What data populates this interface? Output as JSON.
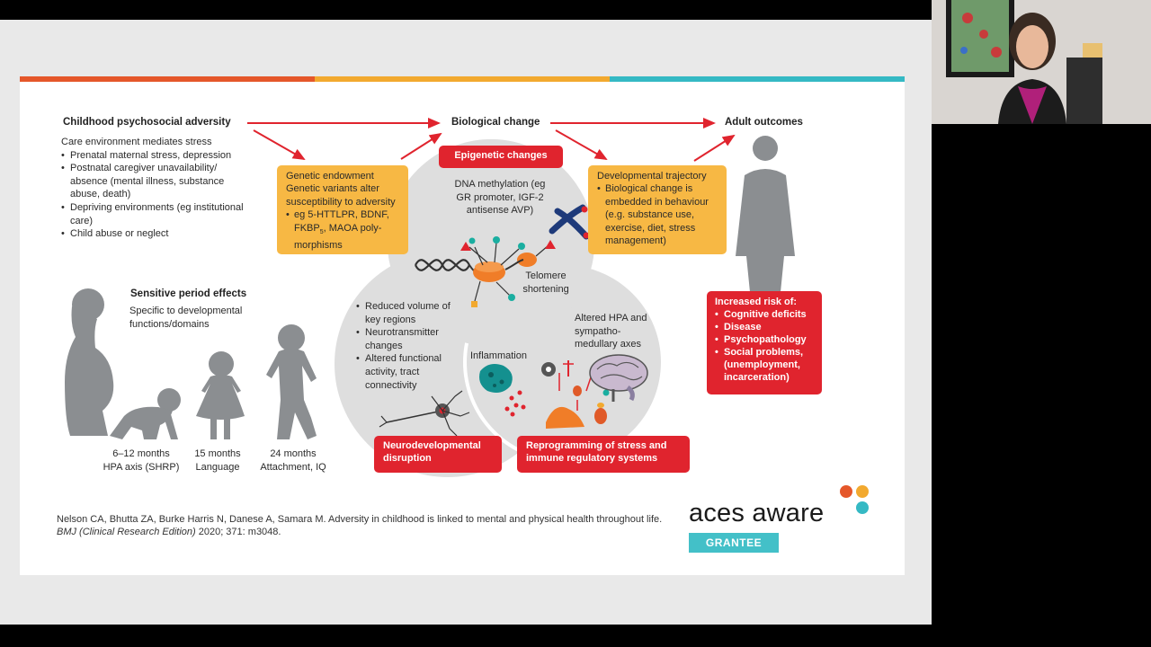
{
  "header": {
    "adversity": "Childhood psychosocial adversity",
    "biological": "Biological change",
    "adult": "Adult outcomes"
  },
  "adversity": {
    "subtitle": "Care environment mediates stress",
    "items": [
      "Prenatal maternal stress, depression",
      "Postnatal caregiver unavailability/ absence (mental illness, substance abuse, death)",
      "Depriving environments (eg institutional care)",
      "Child abuse or neglect"
    ]
  },
  "genetic": {
    "line1": "Genetic endowment",
    "line2": "Genetic variants alter susceptibility to adversity",
    "item": "eg 5-HTTLPR, BDNF, FKBP",
    "item_sub": "5",
    "item_end": ", MAOA poly-morphisms"
  },
  "epigenetic": {
    "label": "Epigenetic changes",
    "dna": "DNA methylation (eg GR promoter, IGF-2 antisense AVP)",
    "telomere": "Telomere shortening"
  },
  "developmental": {
    "title": "Developmental trajectory",
    "item": "Biological change is embedded in behaviour (e.g. substance use, exercise, diet, stress management)"
  },
  "risk": {
    "title": "Increased risk of:",
    "items": [
      "Cognitive deficits",
      "Disease",
      "Psychopathology",
      "Social problems, (unemployment, incarceration)"
    ]
  },
  "sensitive": {
    "title": "Sensitive period effects",
    "subtitle": "Specific to developmental functions/domains"
  },
  "ages": [
    {
      "age": "6–12 months",
      "domain": "HPA axis (SHRP)"
    },
    {
      "age": "15 months",
      "domain": "Language"
    },
    {
      "age": "24 months",
      "domain": "Attachment, IQ"
    }
  ],
  "neuro": {
    "items": [
      "Reduced volume of key regions",
      "Neurotransmitter changes",
      "Altered functional activity, tract connectivity"
    ],
    "label": "Neurodevelopmental disruption"
  },
  "stress": {
    "inflammation": "Inflammation",
    "hpa": "Altered HPA and sympatho-medullary axes",
    "label": "Reprogramming of stress and immune regulatory systems"
  },
  "citation": {
    "text": "Nelson CA, Bhutta ZA, Burke Harris N, Danese A, Samara M. Adversity in childhood is linked to mental and physical health throughout life. ",
    "journal": "BMJ (Clinical Research Edition)",
    "end": " 2020; 371: m3048."
  },
  "brand": {
    "aces": "aces",
    "aware": "aware",
    "badge": "GRANTEE"
  },
  "colors": {
    "stripe1": "#e5572a",
    "stripe2": "#f2a92f",
    "stripe3": "#35b9c4",
    "red": "#e0242e",
    "orange": "#f7b844",
    "silhouette": "#8b8e91"
  }
}
